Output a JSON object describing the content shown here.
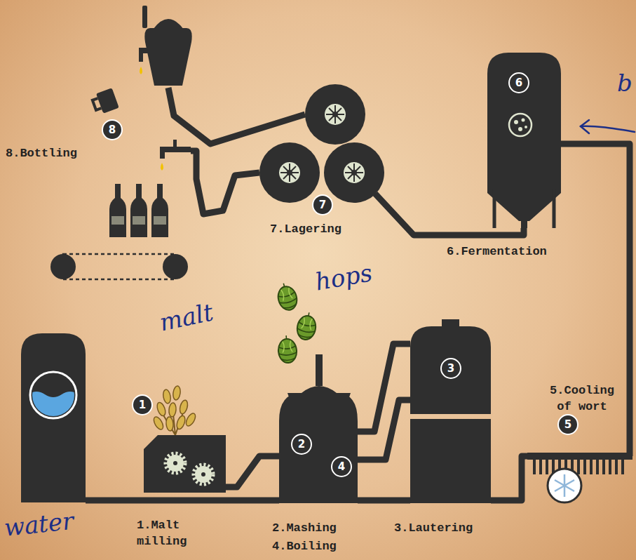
{
  "diagram": {
    "nodes": [
      {
        "text": [
          "1",
          "1.Malt milling"
        ]
      },
      {
        "text": [
          "2",
          "4",
          "2.Mashing",
          "4.Boiling"
        ]
      },
      {
        "text": [
          "3",
          "3.Lautering"
        ]
      },
      {
        "text": [
          "5",
          "5.Cooling of wort"
        ]
      },
      {
        "text": [
          "6",
          "6.Fermentation"
        ]
      },
      {
        "text": [
          "7",
          "7.Lagering"
        ]
      },
      {
        "text": [
          "8",
          "8.Bottling"
        ]
      }
    ],
    "edges": [
      {
        "from": 0,
        "to": 1,
        "arrow": "none"
      },
      {
        "from": 1,
        "to": 2,
        "arrow": "none"
      },
      {
        "from": 1,
        "to": 2,
        "arrow": "none"
      },
      {
        "from": 2,
        "to": 3,
        "arrow": "none"
      },
      {
        "from": 3,
        "to": 4,
        "arrow": "none"
      },
      {
        "from": 4,
        "to": 5,
        "arrow": "none"
      },
      {
        "from": 5,
        "to": 6,
        "arrow": "none"
      },
      {
        "from": 5,
        "to": 6,
        "arrow": "none"
      }
    ],
    "labels": [
      "malt",
      "hops",
      "water",
      "b"
    ]
  }
}
